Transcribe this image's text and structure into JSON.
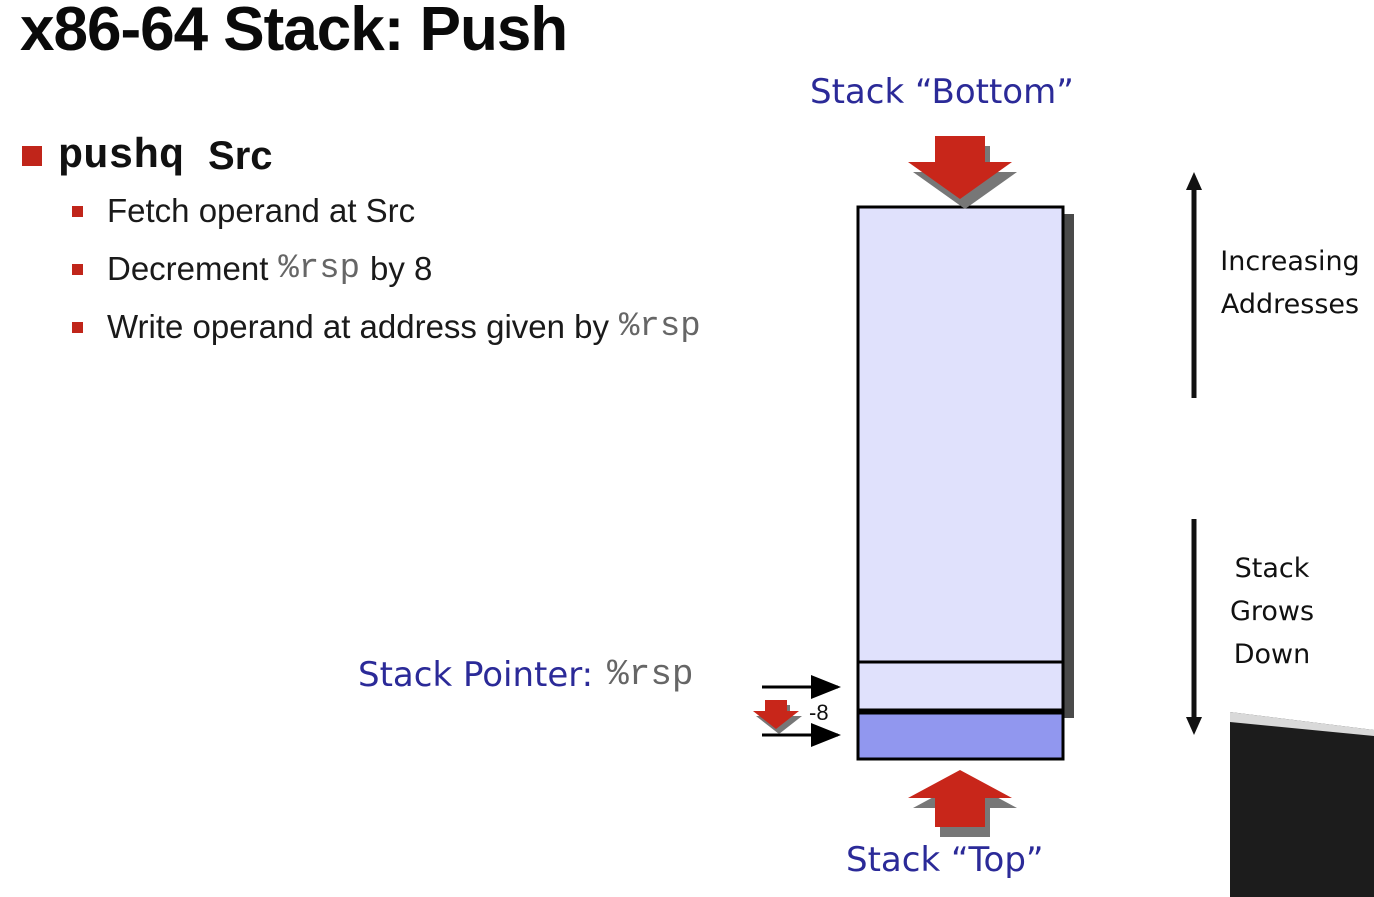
{
  "title": "x86-64 Stack: Push",
  "main_bullet": {
    "keyword": "pushq",
    "operand": "Src"
  },
  "sub_bullets": [
    {
      "before": "Fetch operand at Src",
      "reg": "",
      "after": ""
    },
    {
      "before": "Decrement",
      "reg": "%rsp",
      "after": "by 8"
    },
    {
      "before": "Write operand at address given by",
      "reg": "%rsp",
      "after": ""
    }
  ],
  "labels": {
    "stack_bottom": "Stack “Bottom”",
    "stack_top": "Stack “Top”",
    "stack_pointer": "Stack Pointer:",
    "stack_pointer_reg": "%rsp",
    "decrement": "-8",
    "increasing_addresses": [
      "Increasing",
      "Addresses"
    ],
    "stack_grows_down": [
      "Stack",
      "Grows",
      "Down"
    ]
  },
  "colors": {
    "accent_red": "#c0251a",
    "label_blue": "#2b2a98",
    "stack_fill": "#e0e1fc",
    "new_slot_fill": "#9197ef"
  }
}
